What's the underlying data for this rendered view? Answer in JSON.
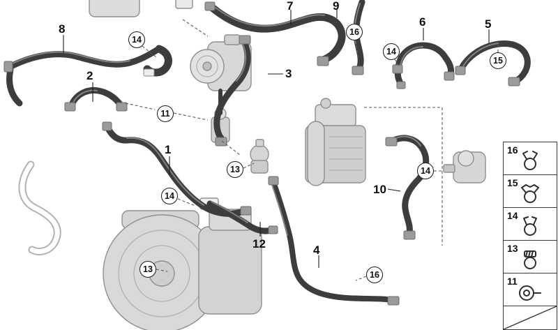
{
  "diagram": {
    "kind": "cooling-system-coolant-hoses-parts-diagram",
    "background_color": "#ffffff",
    "hose_color": "#3d3d3d",
    "component_color": "#d6d6d6",
    "callouts_plain": [
      {
        "label": "8"
      },
      {
        "label": "2"
      },
      {
        "label": "1"
      },
      {
        "label": "7"
      },
      {
        "label": "9"
      },
      {
        "label": "3"
      },
      {
        "label": "6"
      },
      {
        "label": "5"
      },
      {
        "label": "10"
      },
      {
        "label": "12"
      },
      {
        "label": "4"
      }
    ],
    "callouts_circled": [
      {
        "label": "14"
      },
      {
        "label": "11"
      },
      {
        "label": "13"
      },
      {
        "label": "14"
      },
      {
        "label": "16"
      },
      {
        "label": "14"
      },
      {
        "label": "15"
      },
      {
        "label": "14"
      },
      {
        "label": "13"
      },
      {
        "label": "16"
      }
    ],
    "legend": {
      "items": [
        {
          "label": "16",
          "icon": "spring-clamp"
        },
        {
          "label": "15",
          "icon": "spring-clamp"
        },
        {
          "label": "14",
          "icon": "spring-clamp"
        },
        {
          "label": "13",
          "icon": "worm-drive-clamp"
        },
        {
          "label": "11",
          "icon": "quick-coupling"
        }
      ]
    }
  }
}
